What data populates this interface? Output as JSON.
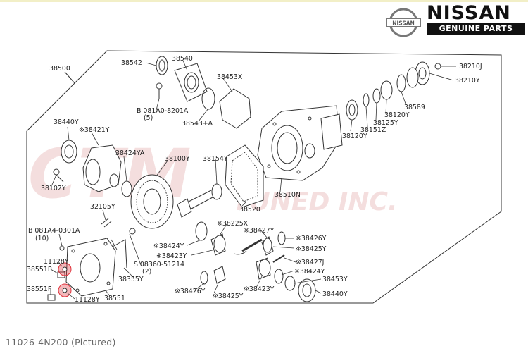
{
  "brand": {
    "name": "NISSAN",
    "tagline": "GENUINE PARTS",
    "badge_text": "NISSAN"
  },
  "watermark": {
    "line1": "CTM",
    "line2": "TUNED INC."
  },
  "caption": "11026-4N200  (Pictured)",
  "colors": {
    "highlight": "#e0303a",
    "line": "#333333"
  },
  "labels": {
    "l38500": "38500",
    "l38542": "38542",
    "l38540": "38540",
    "l38453x": "38453X",
    "l081a0": "B 081A0-8201A",
    "l081a0q": "(5)",
    "l38543a": "38543+A",
    "l38210j": "38210J",
    "l38210y": "38210Y",
    "l38589": "38589",
    "l38120ya": "38120Y",
    "l38125y": "38125Y",
    "l38151z": "38151Z",
    "l38120yb": "38120Y",
    "l38440ya": "38440Y",
    "l38421y": "※38421Y",
    "l38424ya": "38424YA",
    "l38100y": "38100Y",
    "l38154y": "38154Y",
    "l38102y": "38102Y",
    "l38510n": "38510N",
    "l38520": "38520",
    "l32105y": "32105Y",
    "l081a4": "B 081A4-0301A",
    "l081a4q": "(10)",
    "l38225x": "※38225X",
    "l38427ya": "※38427Y",
    "l38426ya": "※38426Y",
    "l38424yb": "※38424Y",
    "l38425ya": "※38425Y",
    "l38423ya": "※38423Y",
    "l11128ya": "11128Y",
    "l08360": "S 08360-51214",
    "l08360q": "(2)",
    "l38551pa": "38551P",
    "l38551f": "38551F",
    "l38355y": "38355Y",
    "l38427j": "※38427J",
    "l38424yc": "※38424Y",
    "l38453y": "38453Y",
    "l38440yb": "38440Y",
    "l38426yb": "※38426Y",
    "l38425yb": "※38425Y",
    "l38423yb": "※38423Y",
    "l11128yb": "11128Y",
    "l38551": "38551"
  }
}
